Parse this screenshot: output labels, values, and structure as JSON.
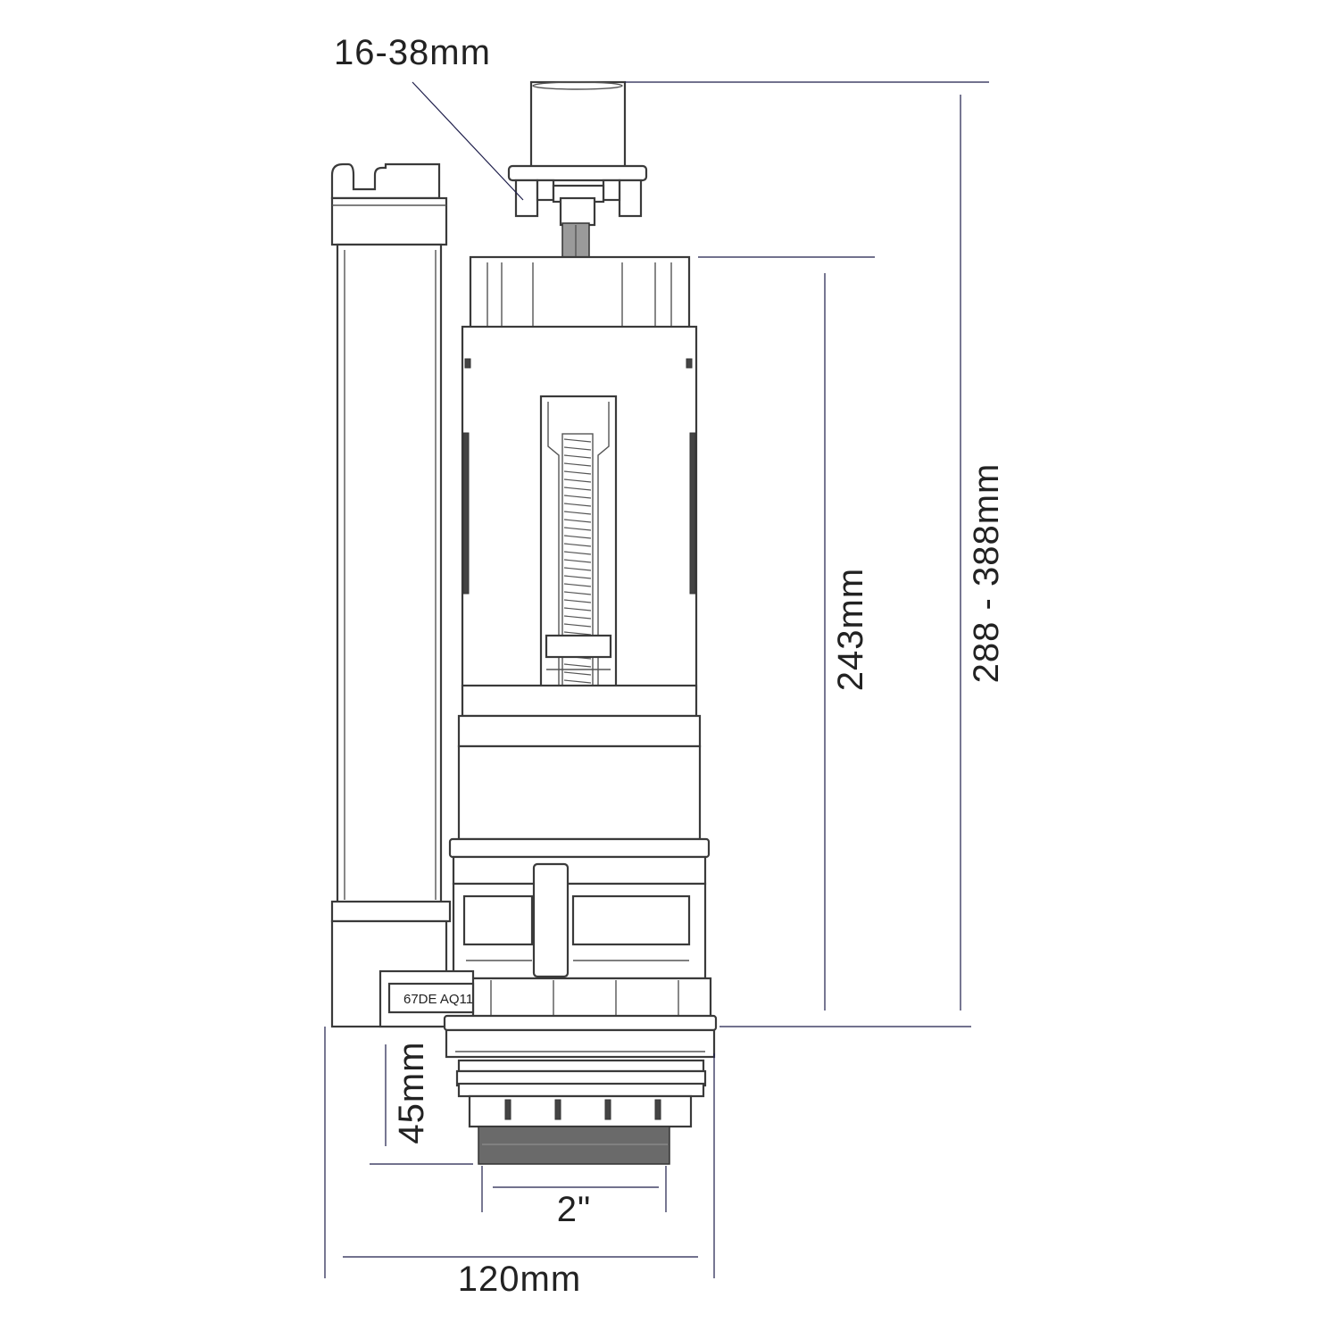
{
  "dimensions": {
    "button_size": "16-38mm",
    "valve_height": "243mm",
    "overall_height": "288 - 388mm",
    "thread_height": "45mm",
    "thread_size": "2\"",
    "base_width": "120mm"
  },
  "body_marking": "67DE AQ11",
  "colors": {
    "line": "#3a3a3a",
    "dimension_line": "#1d1d4a",
    "text": "#222222"
  }
}
